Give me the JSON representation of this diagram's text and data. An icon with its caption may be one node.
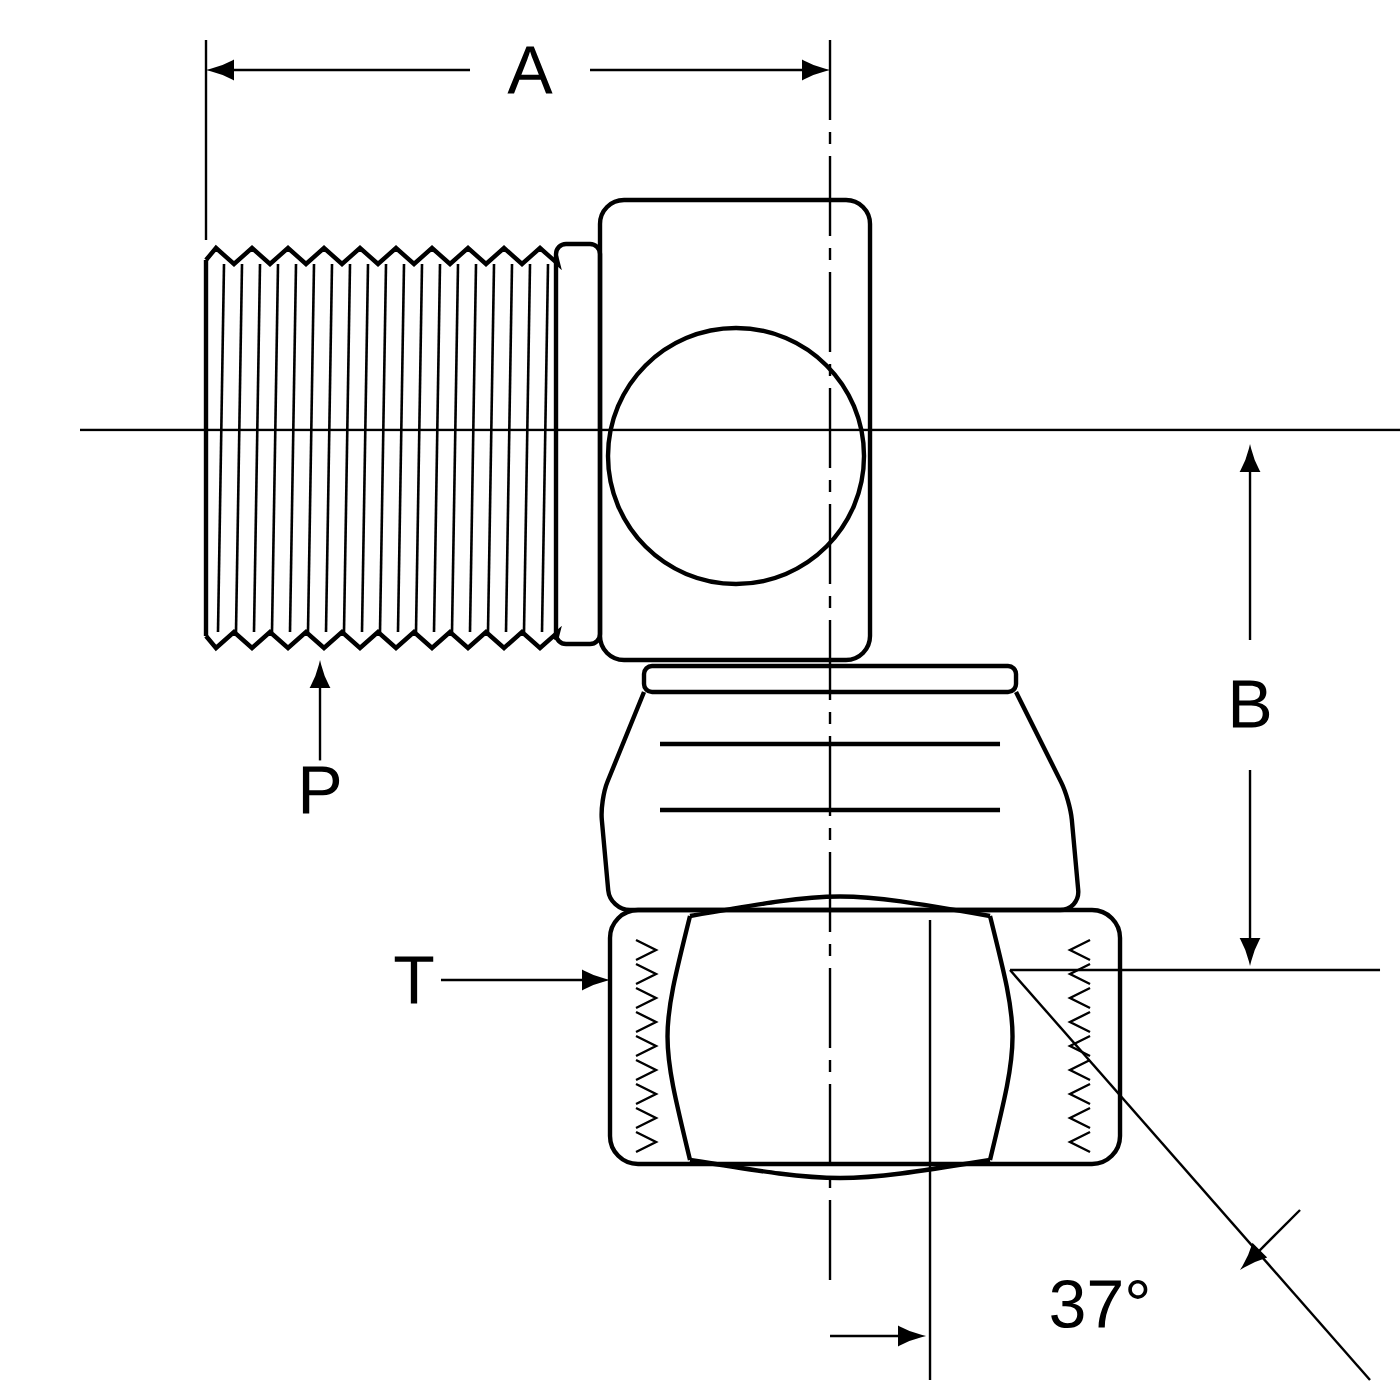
{
  "diagram": {
    "nodes": [
      {
        "text": [
          "P"
        ]
      },
      {
        "text": [
          "T"
        ]
      }
    ],
    "edges": [
      {
        "from": 0,
        "to": null,
        "arrow": "to"
      },
      {
        "from": 1,
        "to": null,
        "arrow": "to"
      }
    ],
    "labels": [
      "A",
      "B",
      "37°"
    ]
  }
}
